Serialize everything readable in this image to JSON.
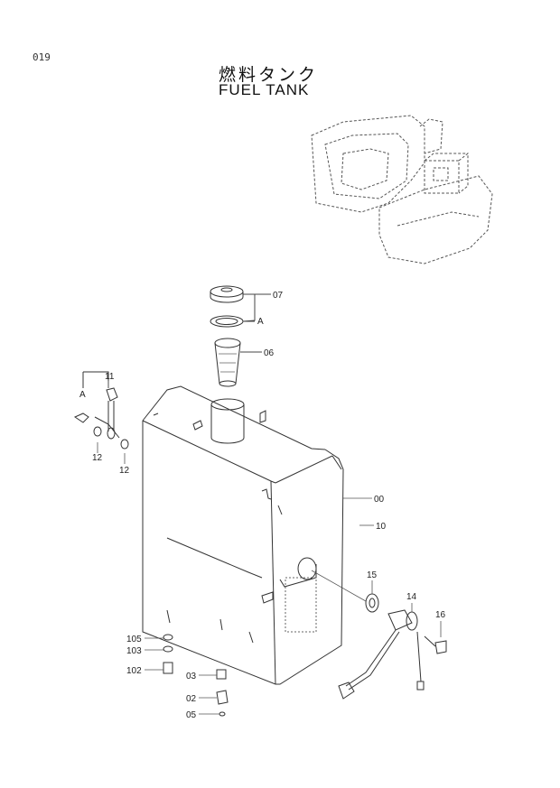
{
  "page_code": "019",
  "title_jp": "燃料タンク",
  "title_en": "FUEL TANK",
  "callouts": {
    "c07": "07",
    "cA_top": "A",
    "c06": "06",
    "c11": "11",
    "cA_left": "A",
    "c12a": "12",
    "c12b": "12",
    "c00": "00",
    "c10": "10",
    "c15": "15",
    "c14": "14",
    "c16": "16",
    "c105": "105",
    "c103": "103",
    "c102": "102",
    "c03": "03",
    "c02": "02",
    "c05": "05"
  }
}
